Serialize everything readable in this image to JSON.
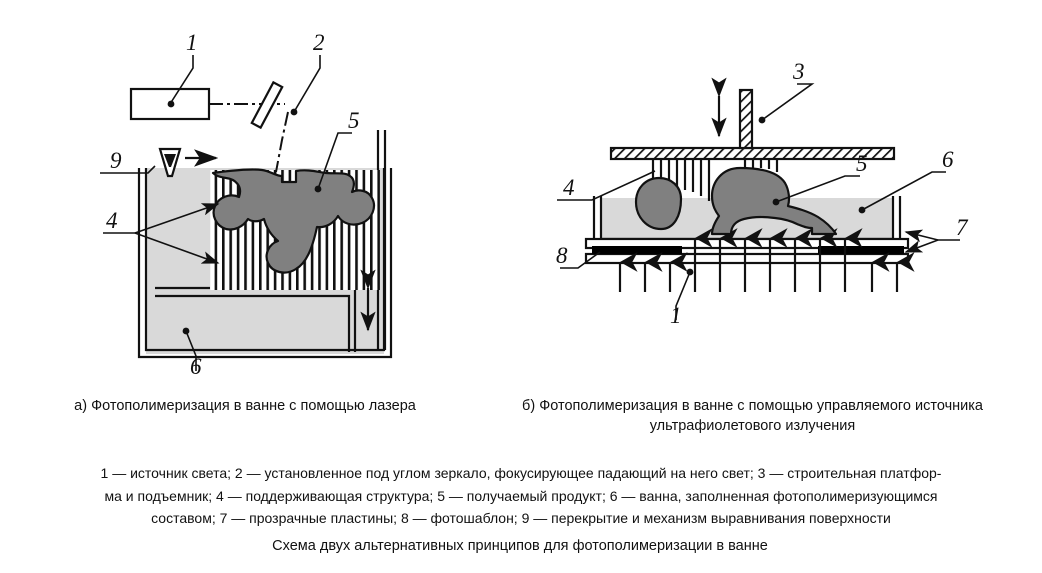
{
  "figure": {
    "bottom_caption": "Схема двух альтернативных принципов для фотополимеризации в ванне",
    "panel_a_caption": "а) Фотополимеризация в ванне с помощью лазера",
    "panel_b_caption": "б) Фотополимеризация в ванне с помощью управляемого источника ультрафиолетового излучения",
    "legend_line_1": "1 — источник света; 2 — установленное под углом зеркало, фокусирующее падающий на него свет; 3 — строительная платфор-",
    "legend_line_2": "ма и подъемник; 4 — поддерживающая структура; 5 — получаемый продукт; 6 — ванна, заполненная фотополимеризующимся",
    "legend_line_3": "составом; 7 — прозрачные пластины; 8 — фотошаблон; 9 — перекрытие и механизм выравнивания поверхности"
  },
  "callouts": {
    "a": {
      "n1": "1",
      "n2": "2",
      "n5": "5",
      "n4": "4",
      "n6": "6",
      "n9": "9"
    },
    "b": {
      "n3": "3",
      "n4": "4",
      "n5": "5",
      "n6": "6",
      "n7": "7",
      "n8": "8",
      "n1": "1"
    }
  },
  "legend_items": [
    {
      "key": "1",
      "text": "источник света"
    },
    {
      "key": "2",
      "text": "установленное под углом зеркало, фокусирующее падающий на него свет"
    },
    {
      "key": "3",
      "text": "строительная платформа и подъемник"
    },
    {
      "key": "4",
      "text": "поддерживающая структура"
    },
    {
      "key": "5",
      "text": "получаемый продукт"
    },
    {
      "key": "6",
      "text": "ванна, заполненная фотополимеризующимся составом"
    },
    {
      "key": "7",
      "text": "прозрачные пластины"
    },
    {
      "key": "8",
      "text": "фотошаблон"
    },
    {
      "key": "9",
      "text": "перекрытие и механизм выравнивания поверхности"
    }
  ],
  "colors": {
    "stroke": "#111111",
    "product_fill": "#808080",
    "resin_fill": "#d9d9d9",
    "mask_fill": "#000000",
    "background": "#ffffff"
  }
}
